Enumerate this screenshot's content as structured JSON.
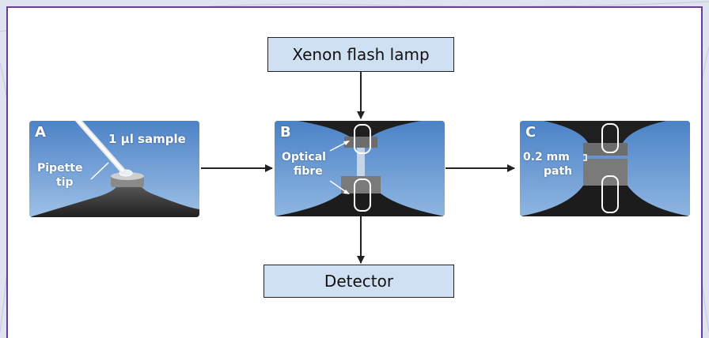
{
  "boxes": {
    "lamp": "Xenon flash lamp",
    "detector": "Detector"
  },
  "panels": {
    "a": {
      "letter": "A",
      "sample": "1 µl sample",
      "pipette_line1": "Pipette",
      "pipette_line2": "tip"
    },
    "b": {
      "letter": "B",
      "fibre_line1": "Optical",
      "fibre_line2": "fibre"
    },
    "c": {
      "letter": "C",
      "path_line1": "0.2 mm",
      "path_line2": "path"
    }
  },
  "colors": {
    "frame": "#6a3d8f",
    "box_fill": "#cfe0f2",
    "panel_sky": "#5b8fd0",
    "arrow": "#222222"
  }
}
